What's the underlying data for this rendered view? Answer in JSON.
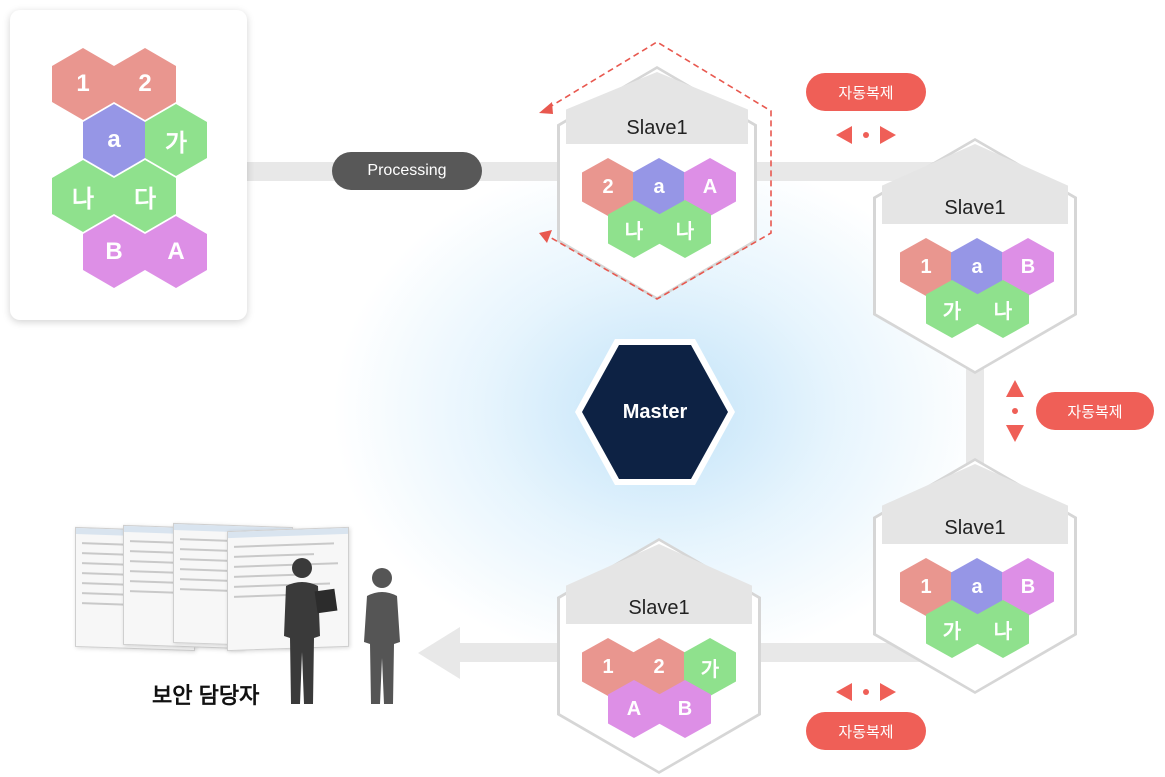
{
  "colors": {
    "red": "#e9968f",
    "blue": "#9696e6",
    "green": "#8fe18d",
    "purple": "#dd8fe6",
    "master": "#0d2244",
    "pill_red": "#ef5f57",
    "pill_dark": "#585858",
    "dash": "#e8584f"
  },
  "source": {
    "cells": [
      {
        "label": "1",
        "color": "red"
      },
      {
        "label": "2",
        "color": "red"
      },
      {
        "label": "a",
        "color": "blue"
      },
      {
        "label": "가",
        "color": "green"
      },
      {
        "label": "나",
        "color": "green"
      },
      {
        "label": "다",
        "color": "green"
      },
      {
        "label": "B",
        "color": "purple"
      },
      {
        "label": "A",
        "color": "purple"
      }
    ]
  },
  "processing_label": "Processing",
  "master_label": "Master",
  "replication_label": "자동복제",
  "officer_label": "보안 담당자",
  "nodes": [
    {
      "title": "Slave1",
      "cells": [
        {
          "label": "2",
          "color": "red"
        },
        {
          "label": "a",
          "color": "blue"
        },
        {
          "label": "A",
          "color": "purple"
        },
        {
          "label": "나",
          "color": "green"
        },
        {
          "label": "나",
          "color": "green"
        }
      ]
    },
    {
      "title": "Slave1",
      "cells": [
        {
          "label": "1",
          "color": "red"
        },
        {
          "label": "a",
          "color": "blue"
        },
        {
          "label": "B",
          "color": "purple"
        },
        {
          "label": "가",
          "color": "green"
        },
        {
          "label": "나",
          "color": "green"
        }
      ]
    },
    {
      "title": "Slave1",
      "cells": [
        {
          "label": "1",
          "color": "red"
        },
        {
          "label": "a",
          "color": "blue"
        },
        {
          "label": "B",
          "color": "purple"
        },
        {
          "label": "가",
          "color": "green"
        },
        {
          "label": "나",
          "color": "green"
        }
      ]
    },
    {
      "title": "Slave1",
      "cells": [
        {
          "label": "1",
          "color": "red"
        },
        {
          "label": "2",
          "color": "red"
        },
        {
          "label": "가",
          "color": "green"
        },
        {
          "label": "A",
          "color": "purple"
        },
        {
          "label": "B",
          "color": "purple"
        }
      ]
    }
  ]
}
